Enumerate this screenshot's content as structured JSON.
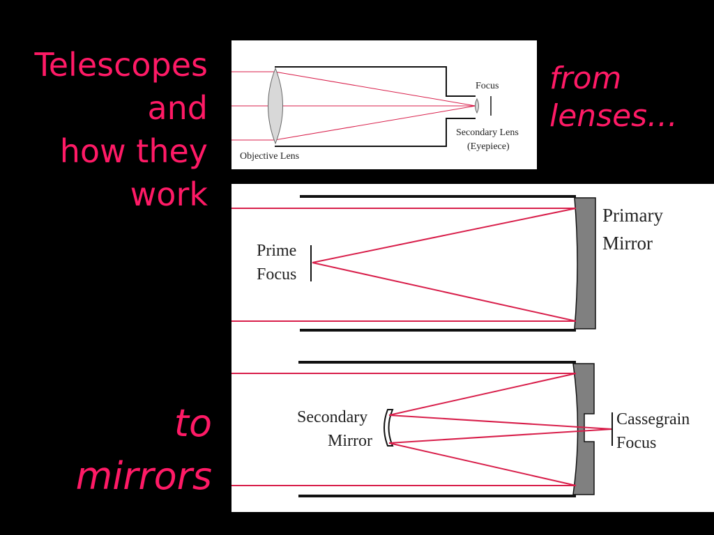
{
  "slide": {
    "title_lines": [
      "Telescopes",
      "and",
      "how they",
      "work"
    ],
    "from_caption_lines": [
      "from",
      "lenses…"
    ],
    "to_caption_lines": [
      "to",
      "mirrors"
    ]
  },
  "refractor_diagram": {
    "focus_label": "Focus",
    "secondary_lens_label": "Secondary Lens",
    "eyepiece_label": "(Eyepiece)",
    "objective_lens_label": "Objective Lens"
  },
  "prime_focus_diagram": {
    "prime_label_line1": "Prime",
    "prime_label_line2": "Focus",
    "primary_label_line1": "Primary",
    "primary_label_line2": "Mirror"
  },
  "cassegrain_diagram": {
    "secondary_label_line1": "Secondary",
    "secondary_label_line2": "Mirror",
    "cassegrain_label_line1": "Cassegrain",
    "cassegrain_label_line2": "Focus"
  },
  "colors": {
    "accent_text": "#ff1a66",
    "ray": "#d81e4a",
    "mirror": "#808080",
    "background": "#000000"
  }
}
